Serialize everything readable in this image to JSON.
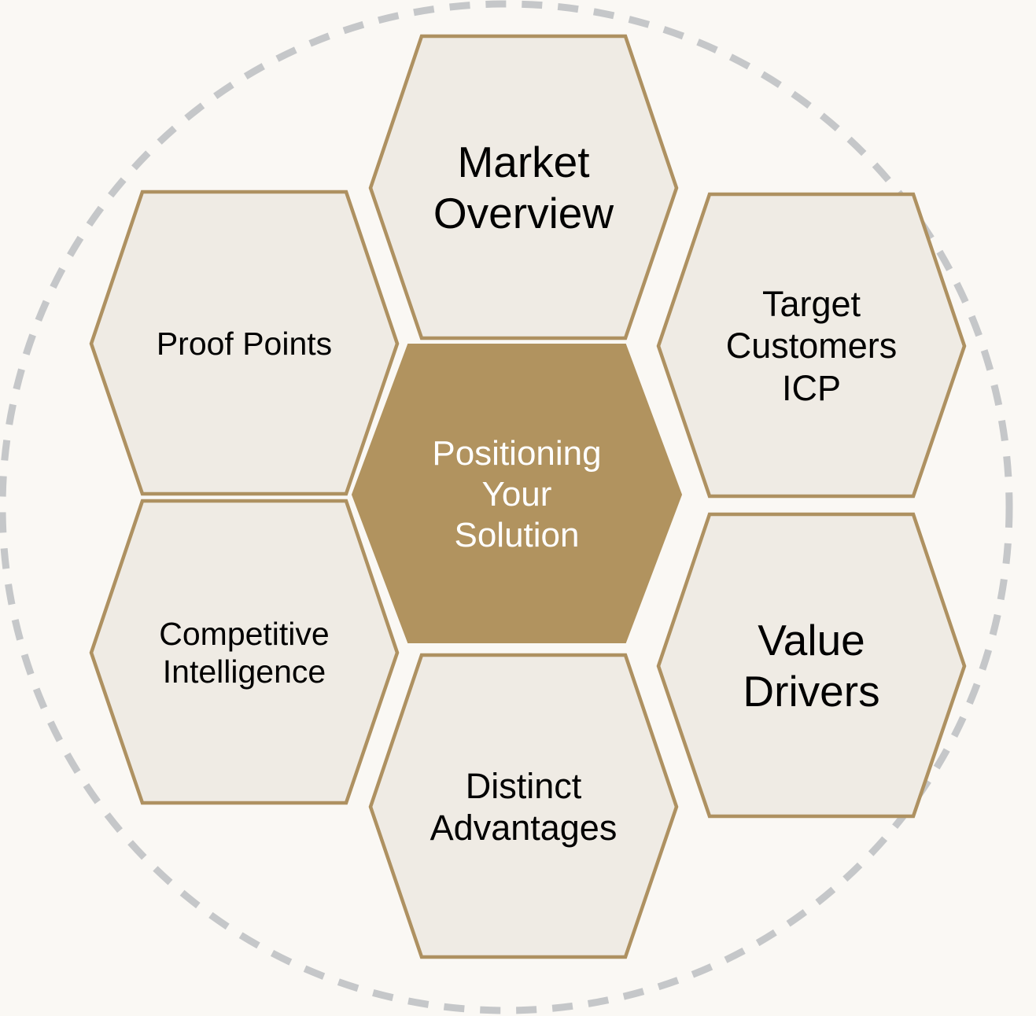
{
  "diagram": {
    "type": "honeycomb-hub-and-spoke",
    "title": "Positioning Your Solution",
    "center": {
      "label": "Positioning\nYour\nSolution",
      "fill": "#b1935f",
      "text_color": "#ffffff"
    },
    "outer_ring_shape": "dashed-circle",
    "outer_ring_color": "#c5c7c9",
    "background_color": "#faf8f4",
    "hex_fill": "#efebe4",
    "hex_border": "#ae9161",
    "nodes": [
      {
        "id": "market-overview",
        "label": "Market\nOverview",
        "position": "top"
      },
      {
        "id": "target-customers-icp",
        "label": "Target\nCustomers\nICP",
        "position": "upper-right"
      },
      {
        "id": "value-drivers",
        "label": "Value\nDrivers",
        "position": "lower-right"
      },
      {
        "id": "distinct-advantages",
        "label": "Distinct\nAdvantages",
        "position": "bottom"
      },
      {
        "id": "competitive-intelligence",
        "label": "Competitive\nIntelligence",
        "position": "lower-left"
      },
      {
        "id": "proof-points",
        "label": "Proof Points",
        "position": "upper-left"
      }
    ]
  }
}
